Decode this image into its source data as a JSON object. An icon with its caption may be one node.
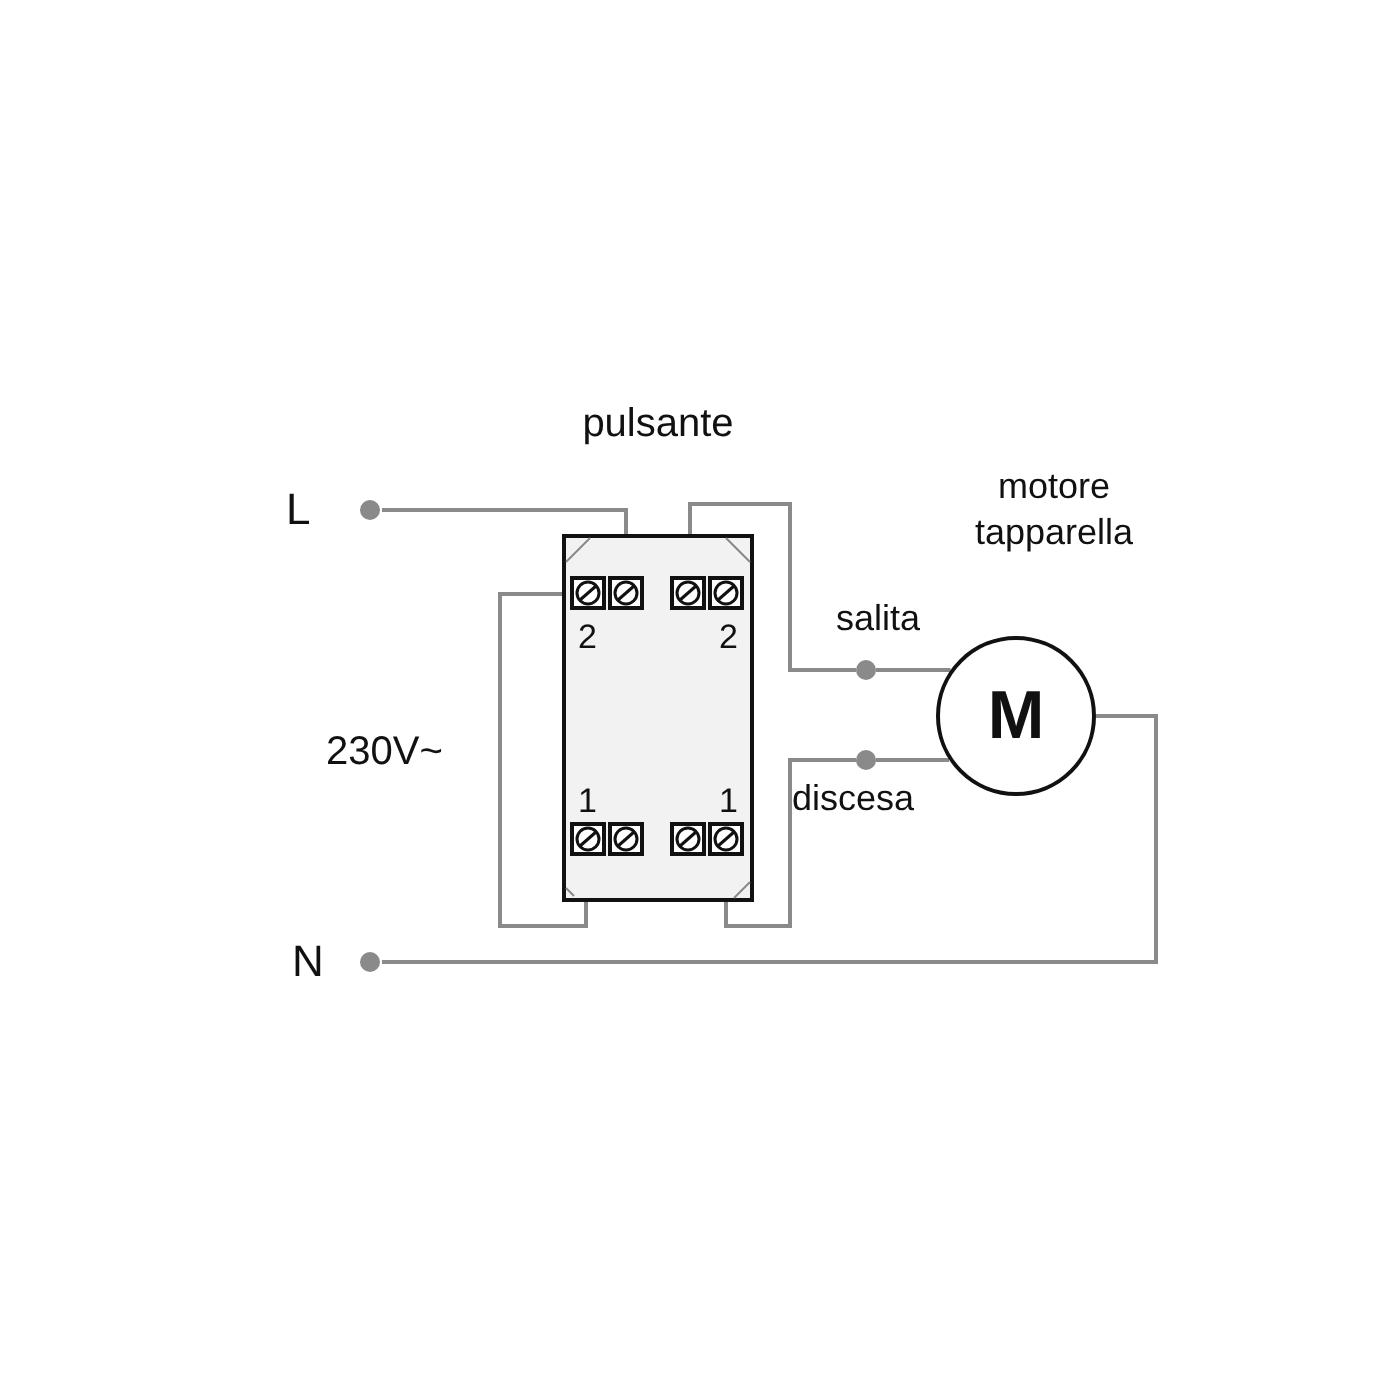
{
  "diagram": {
    "nodes": [
      {
        "text": [
          "L"
        ]
      },
      {
        "text": [
          "N"
        ]
      },
      {
        "text": [
          "pulsante"
        ]
      },
      {
        "text": [
          "2"
        ],
        "in": 2
      },
      {
        "text": [
          "2"
        ],
        "in": 2
      },
      {
        "text": [
          "1"
        ],
        "in": 2
      },
      {
        "text": [
          "1"
        ],
        "in": 2
      },
      {
        "text": [],
        "shape": "circle",
        "beside": [
          "salita"
        ]
      },
      {
        "text": [],
        "shape": "circle",
        "beside": [
          "discesa"
        ]
      },
      {
        "text": [
          "M"
        ],
        "beside": [
          "motore tapparella"
        ]
      }
    ],
    "edges": [
      {
        "from": 0,
        "to": 3,
        "arrow": "none"
      },
      {
        "from": 3,
        "to": 5,
        "arrow": "none"
      },
      {
        "from": 4,
        "to": 7,
        "arrow": "none"
      },
      {
        "from": 6,
        "to": 8,
        "arrow": "none"
      },
      {
        "from": 7,
        "to": 9,
        "arrow": "none"
      },
      {
        "from": 8,
        "to": 9,
        "arrow": "none"
      },
      {
        "from": 9,
        "to": 1,
        "arrow": "none"
      }
    ],
    "labels": [
      "230V~"
    ]
  }
}
